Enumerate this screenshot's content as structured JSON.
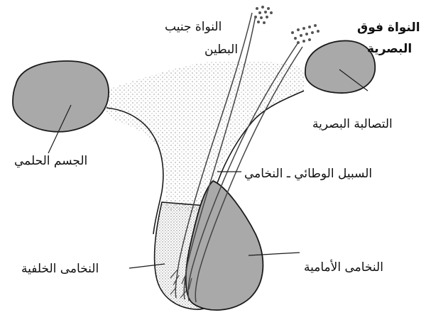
{
  "labels": {
    "paraventricular_nucleus_line1": "النواة جنيب",
    "paraventricular_nucleus_line2": "البطين",
    "supraoptic_nucleus_line1": "النواة فوق",
    "supraoptic_nucleus_line2": "البصرية",
    "optic_chiasm": "التصالبة البصرية",
    "mammillary_body": "الجسم الحلمي",
    "hypothalamo_hypophyseal_tract": "السبيل الوطائي ـ النخامي",
    "posterior_pituitary": "النخامى الخلفية",
    "anterior_pituitary": "النخامى الأمامية"
  },
  "colors": {
    "outline": "#1a1a1a",
    "gland_fill": "#a9a9a9",
    "stipple": "#8c8c8c",
    "background": "#ffffff"
  }
}
